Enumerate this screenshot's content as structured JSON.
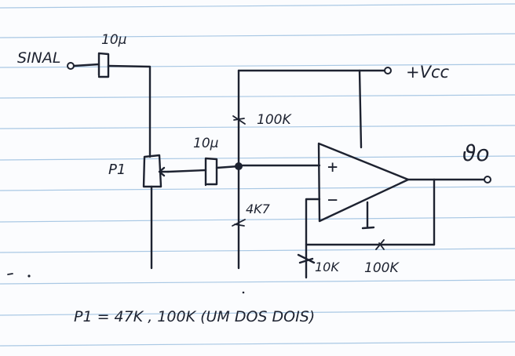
{
  "labels": {
    "input": "SINAL",
    "input_cap": "10µ",
    "pot": "P1",
    "coupling_cap": "10µ",
    "r_top": "100K",
    "r_bottom": "4K7",
    "supply": "+Vcc",
    "output": "ϑo",
    "opamp_plus": "+",
    "opamp_minus": "−",
    "r_gain_ground": "10K",
    "r_feedback": "100K",
    "note": "P1 = 47K , 100K  (UM DOS DOIS)"
  },
  "colors": {
    "ink": "#1d2230",
    "paper": "#fbfcfe",
    "rule_line": "#a9c8e4"
  }
}
